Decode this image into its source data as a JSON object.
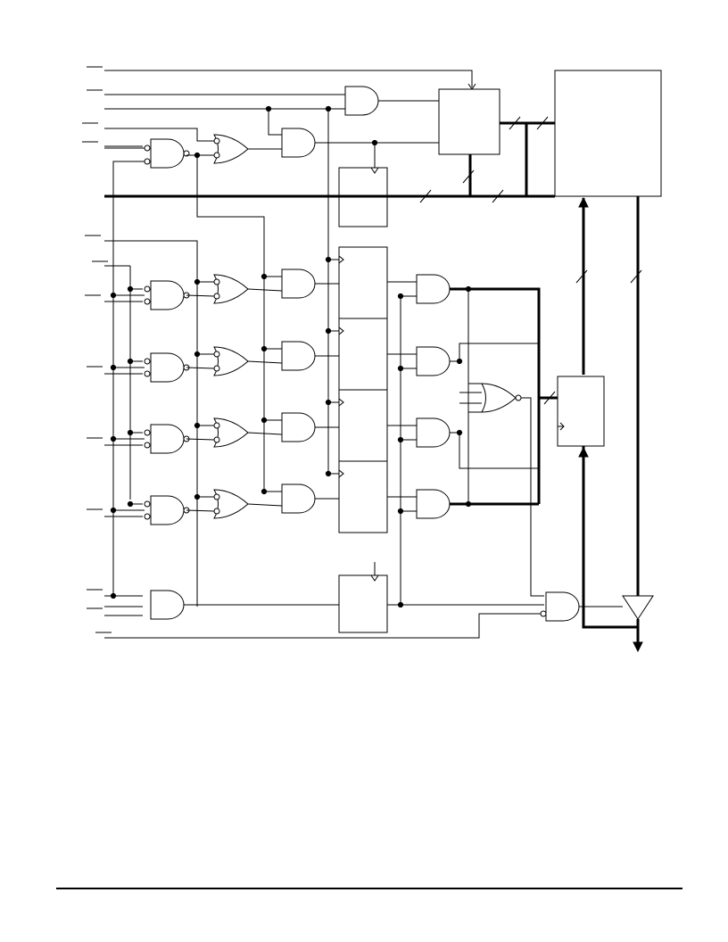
{
  "diagram": {
    "kind": "logic-circuit-schematic",
    "text_labels": [],
    "colors": {
      "line": "#000000",
      "background": "#ffffff"
    },
    "components": {
      "nand_gates": 6,
      "or_gates_inverted_inputs": 5,
      "and_gates": 11,
      "register_blocks": 8,
      "buffer_triangles": 1
    }
  }
}
